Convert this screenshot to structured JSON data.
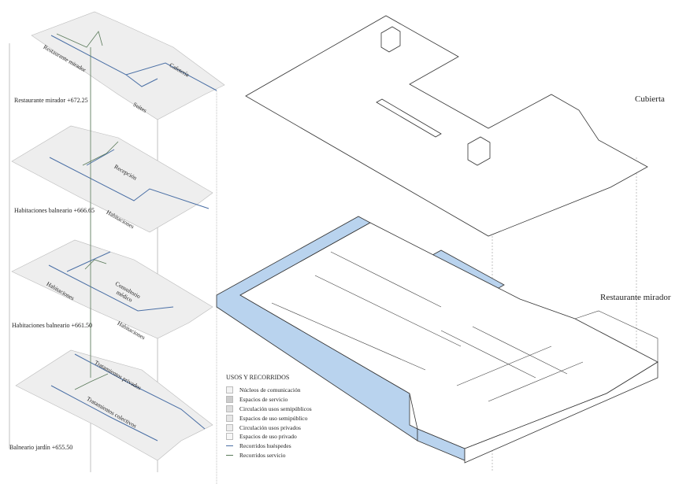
{
  "levels": [
    {
      "label": "Restaurante mirador +672.25",
      "rooms": [
        "Restaurante mirador",
        "Cafetería",
        "Suites"
      ]
    },
    {
      "label": "Habitaciones balneario +666.65",
      "rooms": [
        "Recepción",
        "Habitaciones"
      ]
    },
    {
      "label": "Habitaciones balneario +661.50",
      "rooms": [
        "Habitaciones",
        "Consultorio médico",
        "Habitaciones"
      ]
    },
    {
      "label": "Balneario jardín +655.50",
      "rooms": [
        "Tratamientos privados",
        "Tratamientos colectivos"
      ]
    }
  ],
  "axon_labels": {
    "roof": "Cubierta",
    "floor": "Restaurante mirador"
  },
  "legend": {
    "title": "USOS Y RECORRIDOS",
    "items": [
      {
        "label": "Núcleos de comunicación",
        "type": "swatch"
      },
      {
        "label": "Espacios de servicio",
        "type": "swatch"
      },
      {
        "label": "Circulación usos semipúblicos",
        "type": "swatch"
      },
      {
        "label": "Espacios de uso semipúblico",
        "type": "swatch"
      },
      {
        "label": "Circulación usos privados",
        "type": "swatch"
      },
      {
        "label": "Espacios de uso privado",
        "type": "swatch"
      },
      {
        "label": "Recorridos huéspedes",
        "type": "line",
        "color": "#4a6fa5"
      },
      {
        "label": "Recorridos servicio",
        "type": "line",
        "color": "#5a7a5a"
      }
    ]
  },
  "colors": {
    "guest_route": "#4a6fa5",
    "service_route": "#5a7a5a",
    "glass": "#b9d3ee"
  }
}
